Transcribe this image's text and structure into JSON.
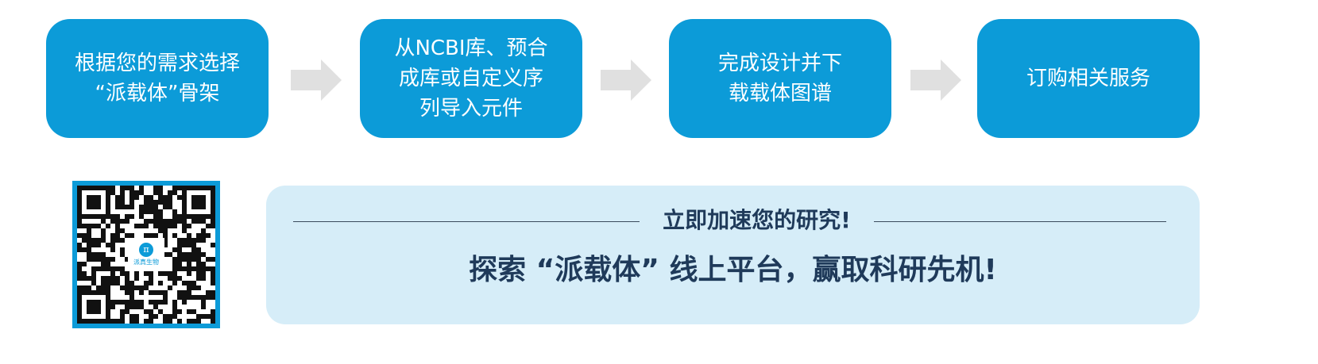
{
  "steps": [
    {
      "lines": [
        "根据您的需求选择",
        "“派载体”骨架"
      ]
    },
    {
      "lines": [
        "从NCBI库、预合",
        "成库或自定义序",
        "列导入元件"
      ]
    },
    {
      "lines": [
        "完成设计并下",
        "载载体图谱"
      ]
    },
    {
      "lines": [
        "订购相关服务"
      ]
    }
  ],
  "qr": {
    "logo_text": "派真生物"
  },
  "promo": {
    "subtitle": "立即加速您的研究!",
    "headline": "探索 “派载体” 线上平台，赢取科研先机!"
  },
  "colors": {
    "step_bg": "#0c9bd8",
    "arrow": "#e0e0e0",
    "promo_bg": "#d6edf8",
    "promo_text": "#1f3a5a"
  }
}
